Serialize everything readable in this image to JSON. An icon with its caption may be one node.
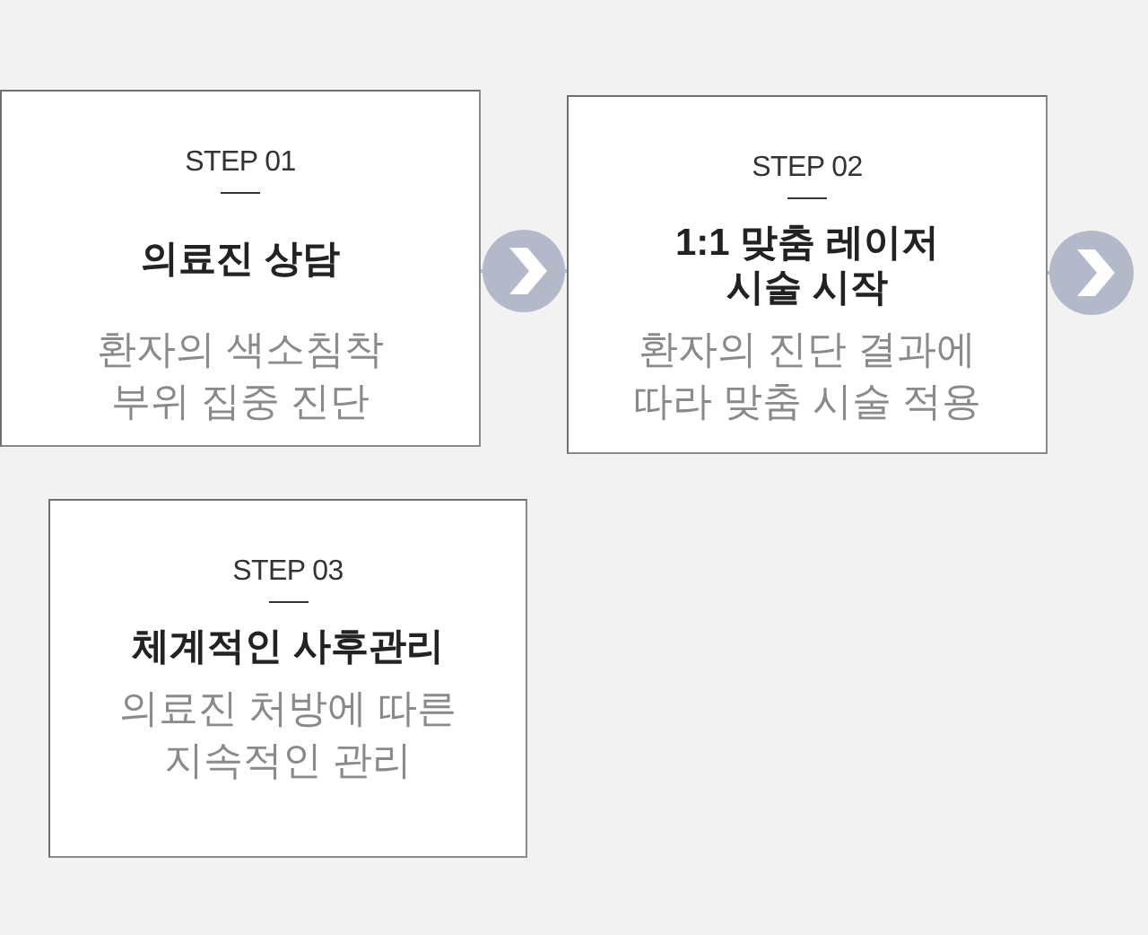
{
  "diagram": {
    "nodes": [
      {
        "text": [
          "STEP 01",
          "의료진 상담",
          "환자의 색소침착 부위 집중 진단"
        ]
      },
      {
        "text": [
          "STEP 02",
          "1:1 맞춤 레이저 시술 시작",
          "환자의 진단 결과에 따라 맞춤 시술 적용"
        ]
      },
      {
        "text": [
          "STEP 03",
          "체계적인 사후관리",
          "의료진 처방에 따른 지속적인 관리"
        ]
      }
    ],
    "edges": [
      {
        "from": 0,
        "to": 1,
        "arrow": "to"
      },
      {
        "from": 1,
        "to": null,
        "arrow": "to"
      }
    ]
  }
}
